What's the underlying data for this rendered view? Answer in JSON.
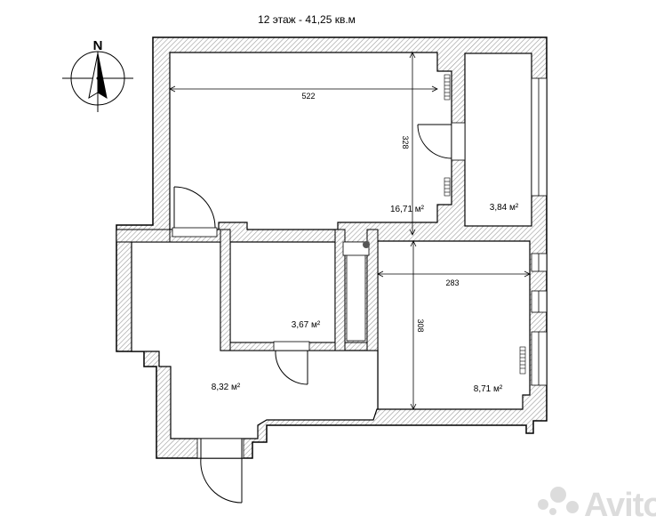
{
  "title": "12 этаж - 41,25 кв.м",
  "compass": {
    "north_label": "N"
  },
  "rooms": {
    "living_room_area": "16,71 м²",
    "living_room_width": "522",
    "living_room_depth": "328",
    "storage_area": "3,84 м²",
    "bathroom_area": "3,67 м²",
    "hall_area": "8,32 м²",
    "kitchen_area": "8,71 м²",
    "kitchen_width": "283",
    "kitchen_depth": "308"
  },
  "watermark": "Avito",
  "colors": {
    "wall_hatch": "#9a9a9a",
    "wall_outline": "#000000",
    "watermark": "#d9d9d9"
  }
}
